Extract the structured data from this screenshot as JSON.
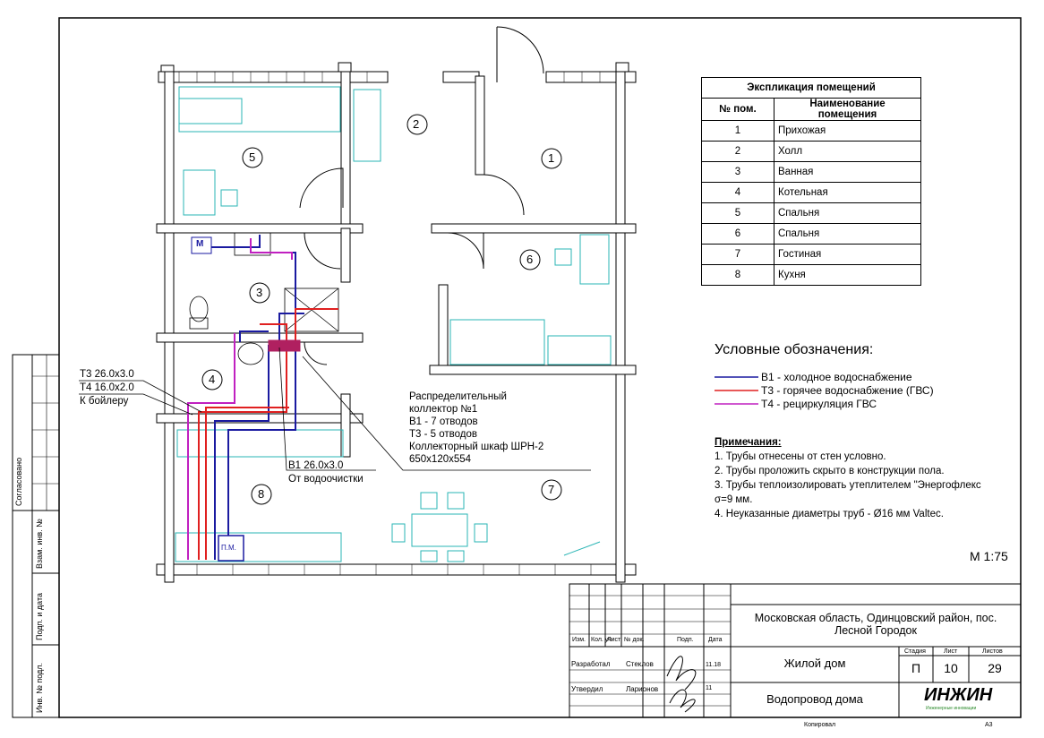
{
  "explication": {
    "title": "Экспликация помещений",
    "col_num": "№ пом.",
    "col_name_1": "Наименование",
    "col_name_2": "помещения",
    "rows": [
      {
        "n": "1",
        "name": "Прихожая"
      },
      {
        "n": "2",
        "name": "Холл"
      },
      {
        "n": "3",
        "name": "Ванная"
      },
      {
        "n": "4",
        "name": "Котельная"
      },
      {
        "n": "5",
        "name": "Спальня"
      },
      {
        "n": "6",
        "name": "Спальня"
      },
      {
        "n": "7",
        "name": "Гостиная"
      },
      {
        "n": "8",
        "name": "Кухня"
      }
    ]
  },
  "legend": {
    "title": "Условные обозначения:",
    "items": [
      {
        "label": "В1 - холодное водоснабжение",
        "color": "#1a1aa0"
      },
      {
        "label": "Т3 - горячее водоснабжение (ГВС)",
        "color": "#e02020"
      },
      {
        "label": "Т4 - рециркуляция ГВС",
        "color": "#c020c0"
      }
    ]
  },
  "notes": {
    "title": "Примечания:",
    "items": [
      "1.    Трубы отнесены от стен условно.",
      "2.    Трубы проложить скрыто в конструкции пола.",
      "3.    Трубы теплоизолировать утеплителем \"Энергофлекс σ=9 мм.",
      "4.    Неуказанные диаметры труб - Ø16 мм Valtec."
    ]
  },
  "scale": "М 1:75",
  "annotations": {
    "t3": "Т3 26.0х3.0",
    "t4": "Т4 16.0х2.0",
    "boiler": "К бойлеру",
    "b1": "В1 26.0х3.0",
    "from_filter": "От водоочистки",
    "collector": [
      "Распределительный",
      "коллектор №1",
      "В1 - 7 отводов",
      "Т3 - 5 отводов",
      "Коллекторный шкаф ШРН-2",
      "650х120х554"
    ],
    "m_label": "М",
    "pm_label": "П.М."
  },
  "rooms": [
    "1",
    "2",
    "3",
    "4",
    "5",
    "6",
    "7",
    "8"
  ],
  "stamp": {
    "address": "Московская область, Одинцовский район, пос. Лесной Городок",
    "building": "Жилой дом",
    "sheet_title": "Водопровод дома",
    "stage_label": "Стадия",
    "sheet_label": "Лист",
    "sheets_label": "Листов",
    "stage": "П",
    "sheet": "10",
    "sheets": "29",
    "col_headers": [
      "Изм.",
      "Кол. уч",
      "Лист",
      "№ док.",
      "Подп.",
      "Дата"
    ],
    "developed_label": "Разработал",
    "developed_name": "Стеклов",
    "approved_label": "Утвердил",
    "approved_name": "Ларионов",
    "date1": "11.18",
    "date2": "11",
    "logo": "ИНЖИН",
    "logo_sub": "Инженерные инновации",
    "copied": "Копировал",
    "format": "А3"
  },
  "side_labels": [
    "Согласовано",
    "Взам. инв. №",
    "Подп. и дата",
    "Инв. № подл."
  ]
}
